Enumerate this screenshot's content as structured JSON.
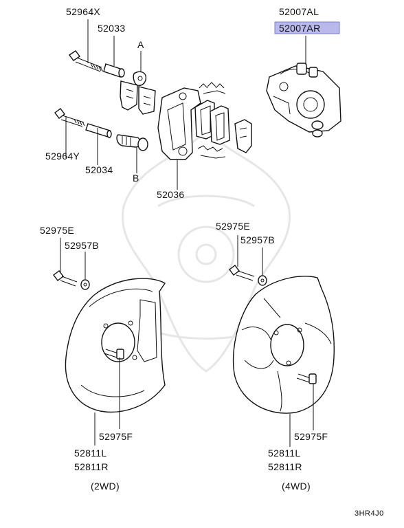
{
  "colors": {
    "highlight": "#b9b9ec",
    "highlight_border": "#7a7ad0",
    "ink": "#111111"
  },
  "labels": {
    "p52964X": "52964X",
    "p52033": "52033",
    "pA": "A",
    "p52964Y": "52964Y",
    "p52034": "52034",
    "pB": "B",
    "p52036": "52036",
    "p52007AL": "52007AL",
    "p52007AR": "52007AR",
    "l52975E": "52975E",
    "l52957B": "52957B",
    "l52975F": "52975F",
    "l52811L": "52811L",
    "l52811R": "52811R",
    "l2WD": "(2WD)",
    "r52975E": "52975E",
    "r52957B": "52957B",
    "r52975F": "52975F",
    "r52811L": "52811L",
    "r52811R": "52811R",
    "r4WD": "(4WD)",
    "code": "3HR4J0"
  }
}
